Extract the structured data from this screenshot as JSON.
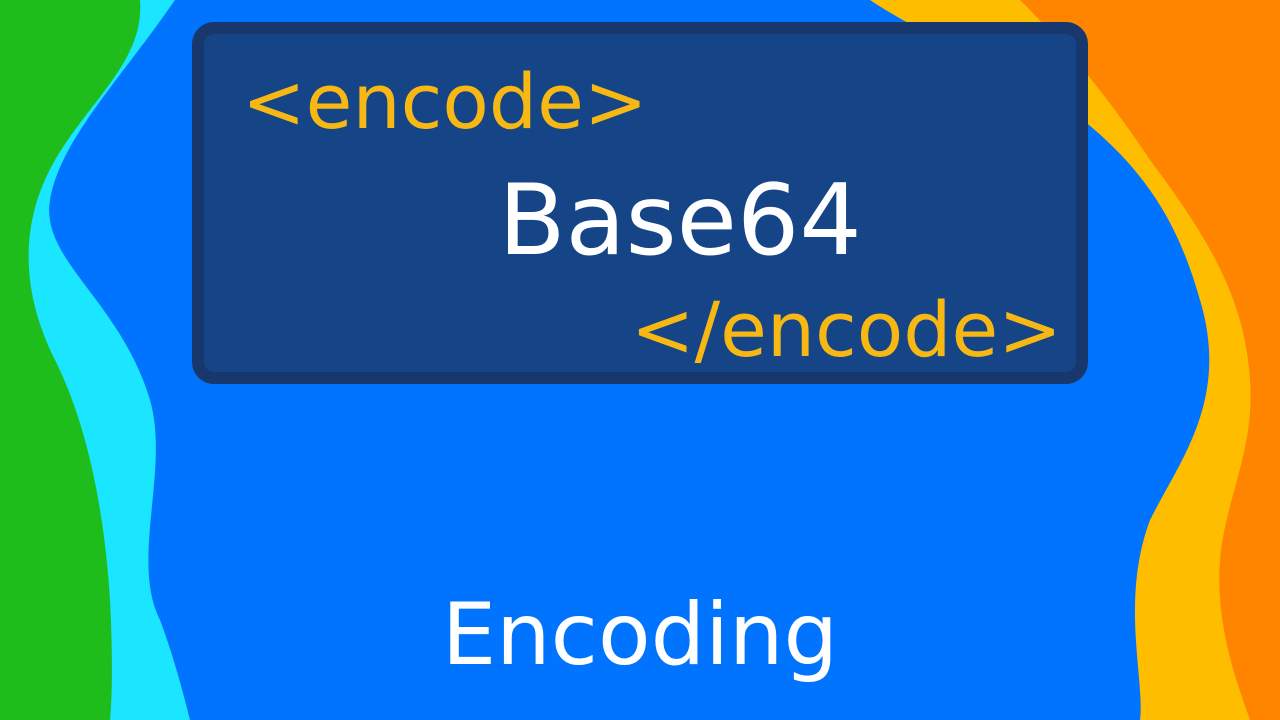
{
  "colors": {
    "background": "#0073ff",
    "left_wave_outer": "#1fbd1c",
    "left_wave_inner": "#1ae6ff",
    "right_wave_outer": "#ff8400",
    "right_wave_inner": "#ffbd00",
    "box_fill": "#154487",
    "box_border": "#18386d",
    "tag_text": "#f7b813",
    "main_text": "#ffffff"
  },
  "code_box": {
    "open_tag": "<encode>",
    "content": "Base64",
    "close_tag": "</encode>"
  },
  "caption": "Encoding"
}
